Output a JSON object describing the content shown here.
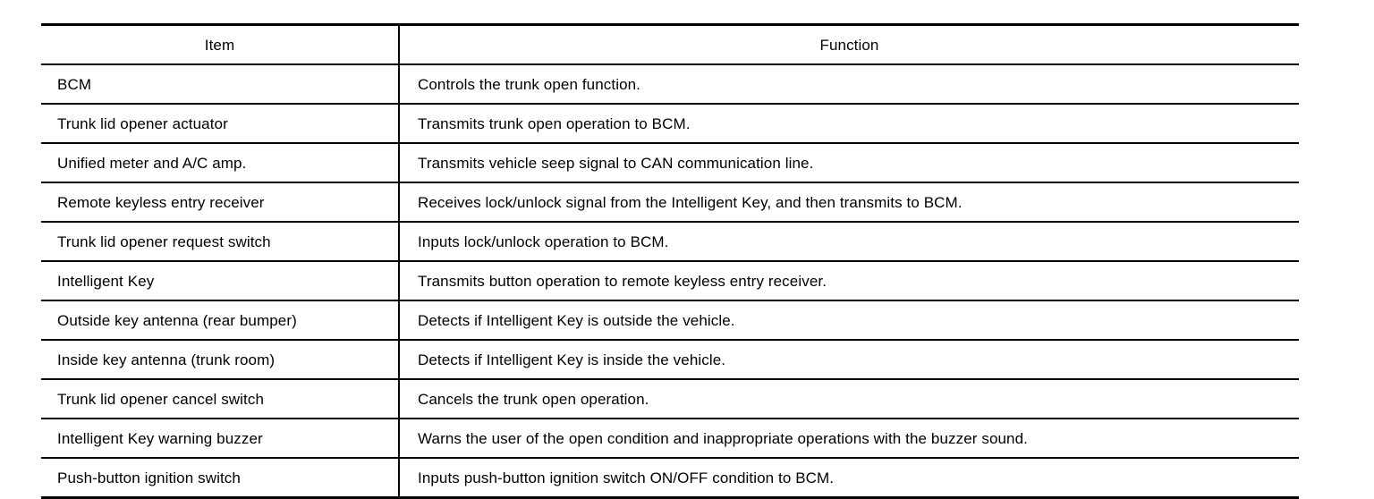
{
  "table": {
    "columns": [
      {
        "key": "item",
        "label": "Item"
      },
      {
        "key": "function",
        "label": "Function"
      }
    ],
    "rows": [
      {
        "item": "BCM",
        "function": "Controls the trunk open function."
      },
      {
        "item": "Trunk lid opener actuator",
        "function": "Transmits trunk open operation to BCM."
      },
      {
        "item": "Unified meter and A/C amp.",
        "function": "Transmits vehicle seep signal to CAN communication line."
      },
      {
        "item": "Remote keyless entry receiver",
        "function": "Receives lock/unlock signal from the Intelligent Key, and then transmits to BCM."
      },
      {
        "item": "Trunk lid opener request switch",
        "function": "Inputs lock/unlock operation to BCM."
      },
      {
        "item": "Intelligent Key",
        "function": "Transmits button operation to remote keyless entry receiver."
      },
      {
        "item": "Outside key antenna (rear bumper)",
        "function": "Detects if Intelligent Key is outside the vehicle."
      },
      {
        "item": "Inside key antenna (trunk room)",
        "function": "Detects if Intelligent Key is inside the vehicle."
      },
      {
        "item": "Trunk lid opener cancel switch",
        "function": "Cancels the trunk open operation."
      },
      {
        "item": "Intelligent Key warning buzzer",
        "function": "Warns the user of the open condition and inappropriate operations with the buzzer sound."
      },
      {
        "item": "Push-button ignition switch",
        "function": "Inputs push-button ignition switch ON/OFF condition to BCM."
      }
    ]
  },
  "colors": {
    "text": "#000000",
    "background": "#ffffff",
    "border": "#000000"
  }
}
